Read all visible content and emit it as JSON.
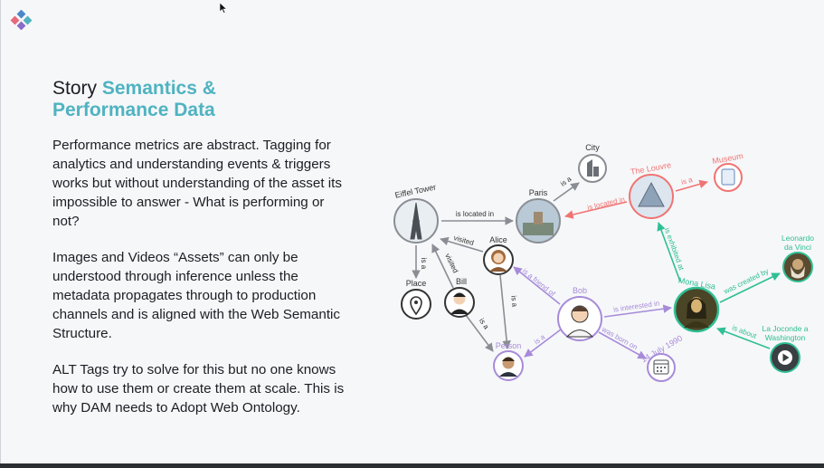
{
  "slide": {
    "title_plain": "Story",
    "title_accent_line1": "Semantics &",
    "title_accent_line2": "Performance Data",
    "paragraphs": [
      "Performance metrics are abstract. Tagging for analytics and understanding events & triggers works but without understanding of the asset its impossible to answer - What is performing or not?",
      "Images and Videos “Assets” can only be understood through inference unless the metadata propagates through to production channels and is aligned with the Web Semantic Structure.",
      "ALT Tags try to solve for this but no one knows how to use them or create them at scale. This is why DAM needs to Adopt Web Ontology."
    ]
  },
  "diagram": {
    "nodes": {
      "eiffel_tower": "Eiffel Tower",
      "paris": "Paris",
      "city": "City",
      "the_louvre": "The Louvre",
      "museum": "Museum",
      "place": "Place",
      "alice": "Alice",
      "bill": "Bill",
      "person": "Person",
      "bob": "Bob",
      "date": "14 July 1990",
      "mona_lisa": "Mona Lisa",
      "leonardo_line1": "Leonardo",
      "leonardo_line2": "da Vinci",
      "joconde_line1": "La Joconde a",
      "joconde_line2": "Washington"
    },
    "edges": {
      "eiffel_paris": "is located in",
      "paris_city": "is a",
      "louvre_paris": "is located in",
      "louvre_museum": "is a",
      "eiffel_place": "is a",
      "alice_eiffel": "visited",
      "bill_eiffel": "visited",
      "bill_person": "is a",
      "alice_person": "is a",
      "bob_alice": "is a friend of",
      "bob_person": "is a",
      "bob_mona": "is interested in",
      "bob_date": "was born on",
      "mona_louvre": "is exhibited at",
      "mona_leonardo": "was created by",
      "joconde_mona": "is about"
    },
    "colors": {
      "gray": "#8a8e94",
      "red": "#f07472",
      "teal": "#2fbf94",
      "purple": "#a78bd9",
      "accent": "#4fb3c1"
    }
  }
}
